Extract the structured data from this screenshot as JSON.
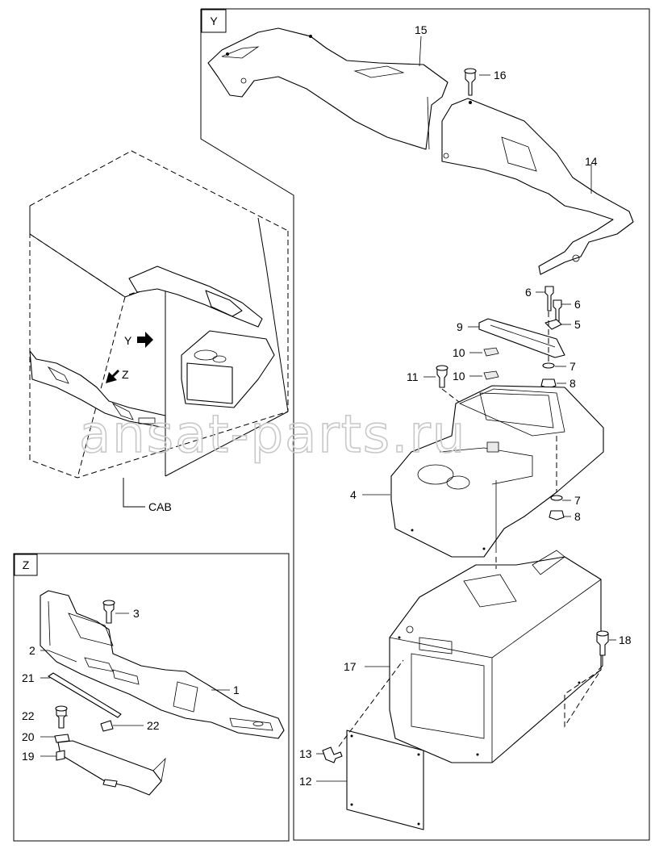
{
  "views": {
    "y": "Y",
    "z": "Z"
  },
  "cab_label": "CAB",
  "arrow_labels": {
    "y": "Y",
    "z": "Z"
  },
  "watermark": "ansat-parts.ru",
  "callouts": {
    "c1": "1",
    "c2": "2",
    "c3": "3",
    "c4": "4",
    "c5": "5",
    "c6a": "6",
    "c6b": "6",
    "c7a": "7",
    "c7b": "7",
    "c8a": "8",
    "c8b": "8",
    "c9": "9",
    "c10a": "10",
    "c10b": "10",
    "c11": "11",
    "c12": "12",
    "c13": "13",
    "c14": "14",
    "c15": "15",
    "c16": "16",
    "c17": "17",
    "c18": "18",
    "c19": "19",
    "c20": "20",
    "c21": "21",
    "c22a": "22",
    "c22b": "22"
  }
}
